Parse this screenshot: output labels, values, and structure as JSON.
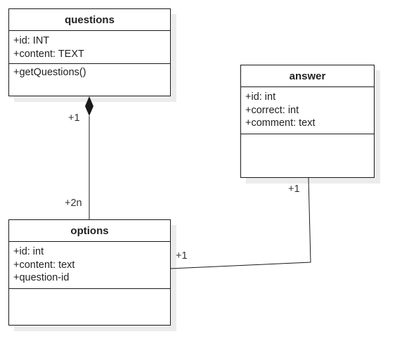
{
  "classes": {
    "questions": {
      "name": "questions",
      "attributes": [
        "+id: INT",
        "+content: TEXT"
      ],
      "methods": [
        "+getQuestions()"
      ]
    },
    "answer": {
      "name": "answer",
      "attributes": [
        "+id: int",
        "+correct: int",
        "+comment: text"
      ],
      "methods": []
    },
    "options": {
      "name": "options",
      "attributes": [
        "+id: int",
        "+content: text",
        "+question-id"
      ],
      "methods": []
    }
  },
  "relations": {
    "questions_options": {
      "type": "composition",
      "from_multiplicity": "+1",
      "to_multiplicity": "+2n"
    },
    "options_answer": {
      "type": "association",
      "options_multiplicity": "+1",
      "answer_multiplicity": "+1"
    }
  }
}
